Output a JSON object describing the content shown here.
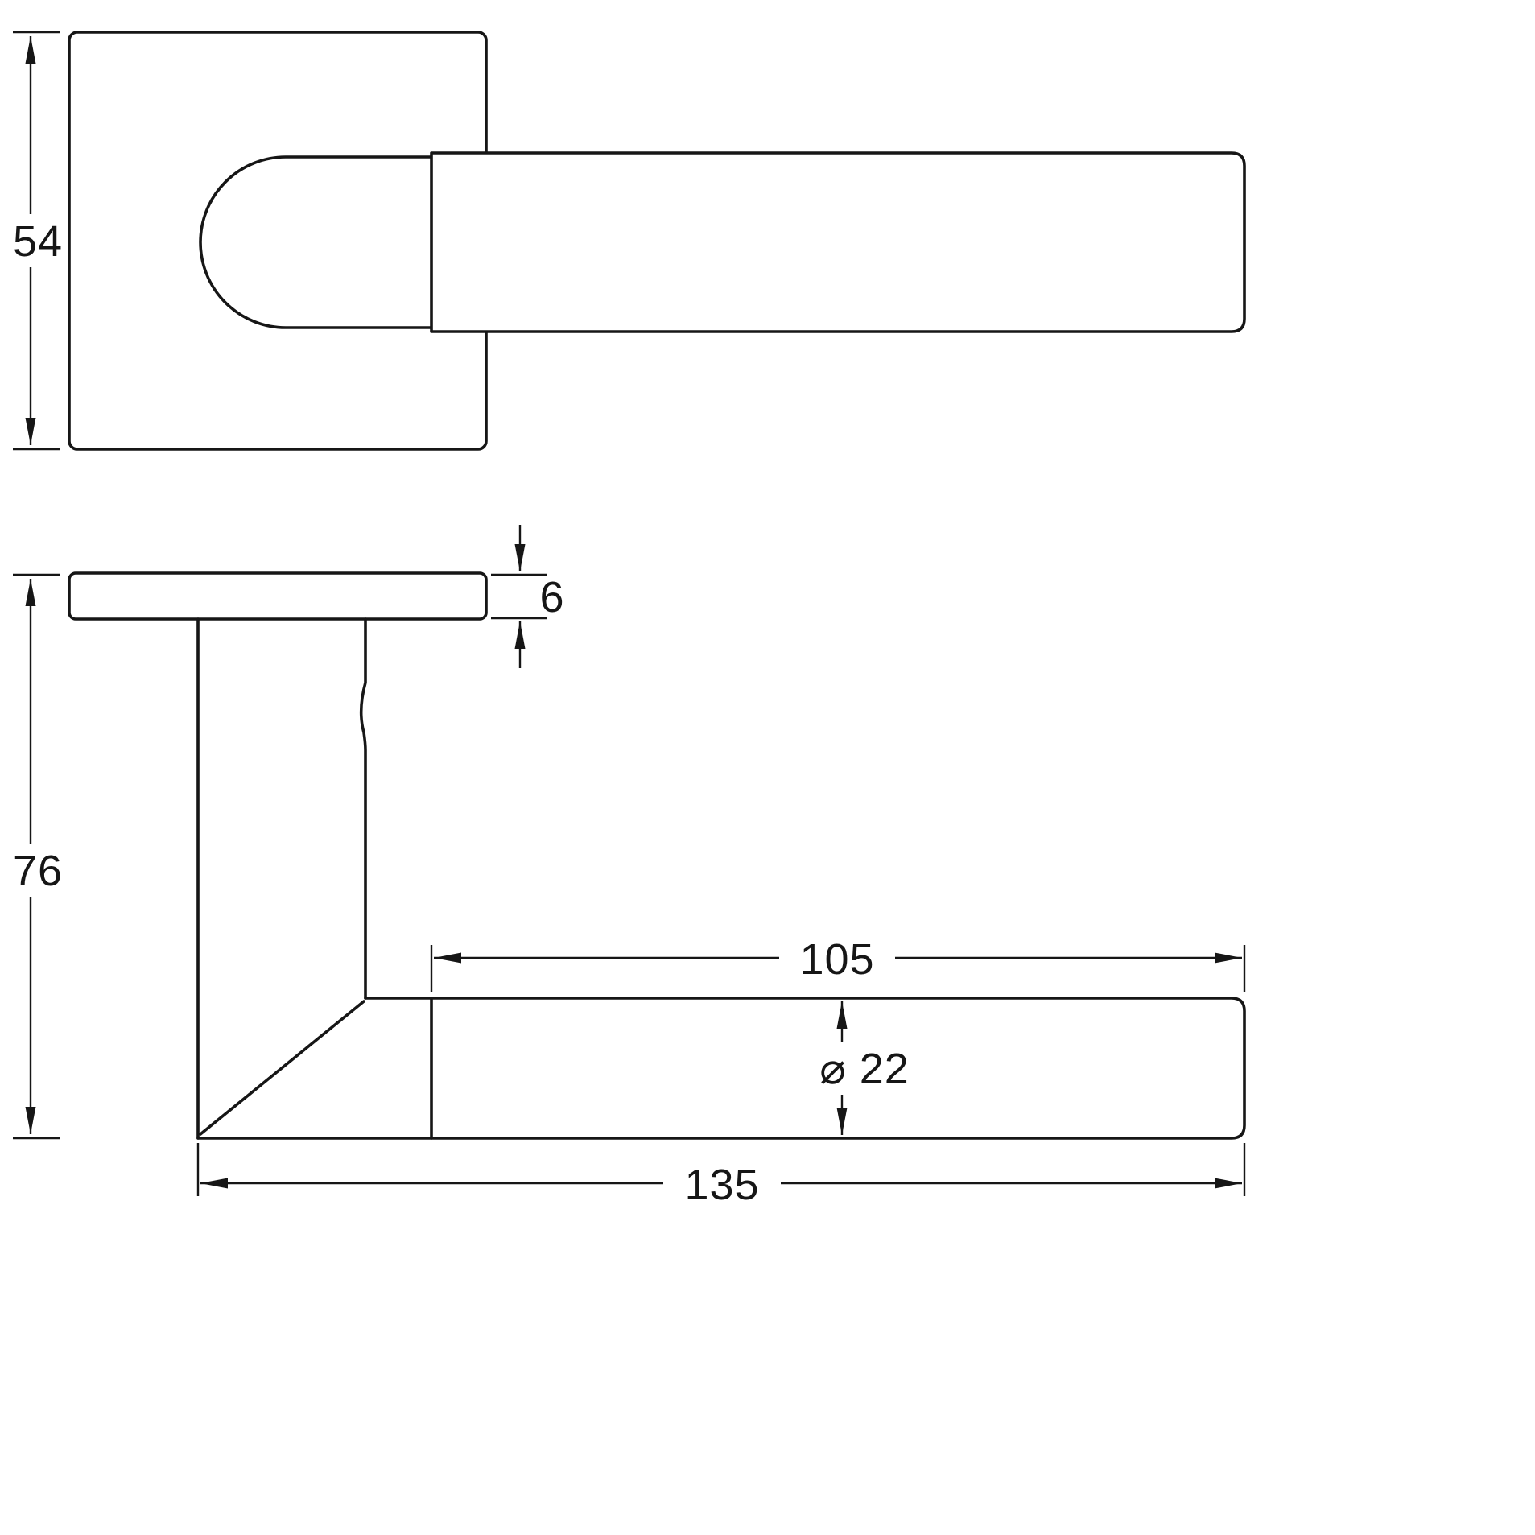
{
  "drawing": {
    "line_color": "#161616",
    "background_color": "#ffffff",
    "dims": {
      "rose_size": "54",
      "rose_thickness": "6",
      "projection": "76",
      "grip_length": "105",
      "bar_diameter": "⌀ 22",
      "overall_length": "135"
    }
  }
}
